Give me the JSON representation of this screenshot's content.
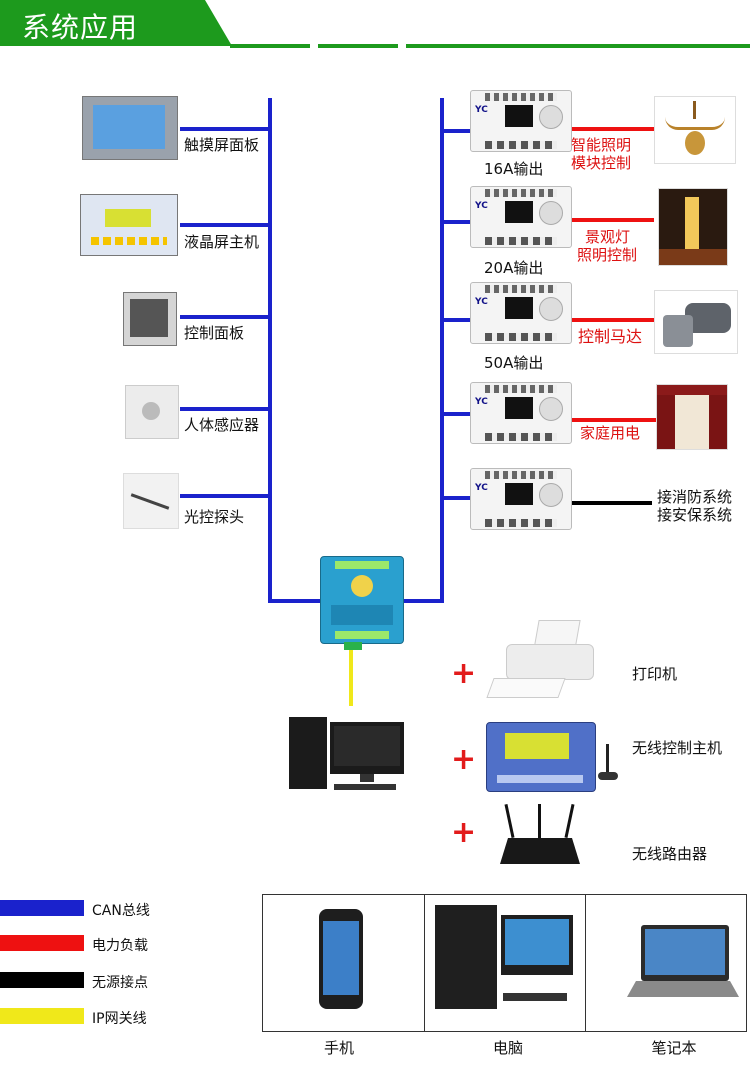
{
  "header": {
    "title": "系统应用"
  },
  "left_devices": [
    {
      "label": "触摸屏面板"
    },
    {
      "label": "液晶屏主机"
    },
    {
      "label": "控制面板"
    },
    {
      "label": "人体感应器"
    },
    {
      "label": "光控探头"
    }
  ],
  "modules": [
    {
      "output_label": "16A输出",
      "target_label_1": "智能照明",
      "target_label_2": "模块控制"
    },
    {
      "output_label": "20A输出",
      "target_label_1": "景观灯",
      "target_label_2": "照明控制"
    },
    {
      "output_label": "50A输出",
      "target_label_1": "控制马达",
      "target_label_2": ""
    },
    {
      "output_label": "",
      "target_label_1": "家庭用电",
      "target_label_2": ""
    },
    {
      "output_label": "",
      "target_label_1": "接消防系统",
      "target_label_2": "接安保系统"
    }
  ],
  "peripherals": [
    {
      "label": "打印机"
    },
    {
      "label": "无线控制主机"
    },
    {
      "label": "无线路由器"
    }
  ],
  "legend": [
    {
      "label": "CAN总线",
      "color": "#1a22cc"
    },
    {
      "label": "电力负载",
      "color": "#ee1111"
    },
    {
      "label": "无源接点",
      "color": "#000000"
    },
    {
      "label": "IP网关线",
      "color": "#f0e81a"
    }
  ],
  "terminals": [
    {
      "label": "手机"
    },
    {
      "label": "电脑"
    },
    {
      "label": "笔记本"
    }
  ]
}
